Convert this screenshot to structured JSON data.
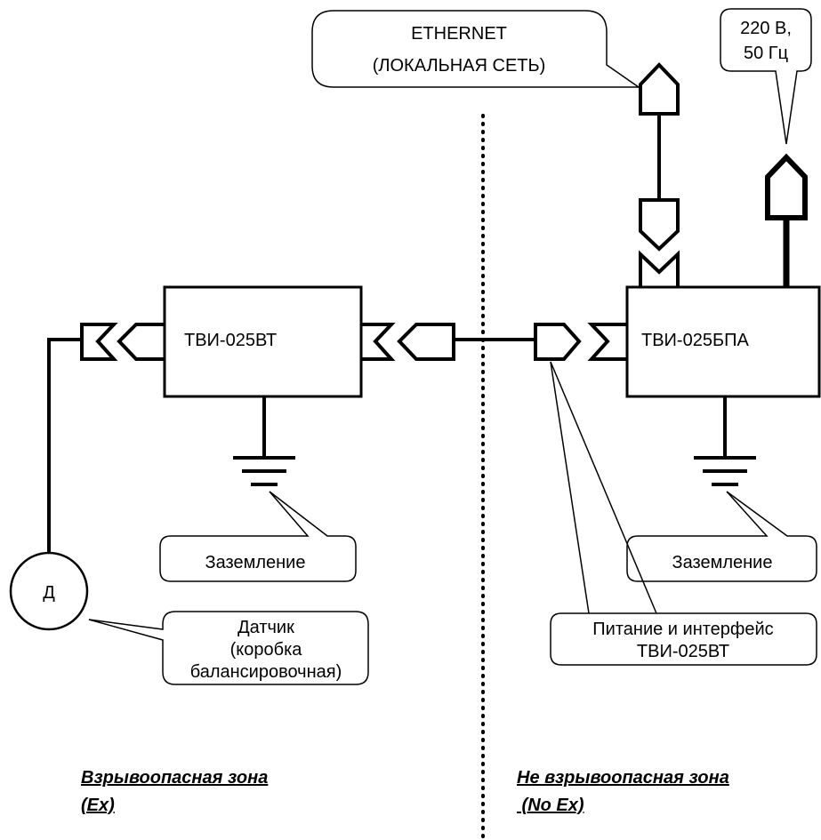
{
  "blocks": {
    "left_unit": "ТВИ-025ВТ",
    "right_unit": "ТВИ-025БПА",
    "sensor_symbol": "Д"
  },
  "callouts": {
    "ethernet_line1": "ETHERNET",
    "ethernet_line2": "(ЛОКАЛЬНАЯ СЕТЬ)",
    "power_line1": "220 В,",
    "power_line2": "50 Гц",
    "ground_left": "Заземление",
    "ground_right": "Заземление",
    "sensor_line1": "Датчик",
    "sensor_line2": "(коробка",
    "sensor_line3": "балансировочная)",
    "iface_line1": "Питание и интерфейс",
    "iface_line2": "ТВИ-025ВТ"
  },
  "zones": {
    "hazard_line1": "Взрывоопасная зона",
    "hazard_line2": "(Ex)",
    "safe_line1": "Не взрывоопасная зона",
    "safe_line2": " (No Ex)"
  }
}
